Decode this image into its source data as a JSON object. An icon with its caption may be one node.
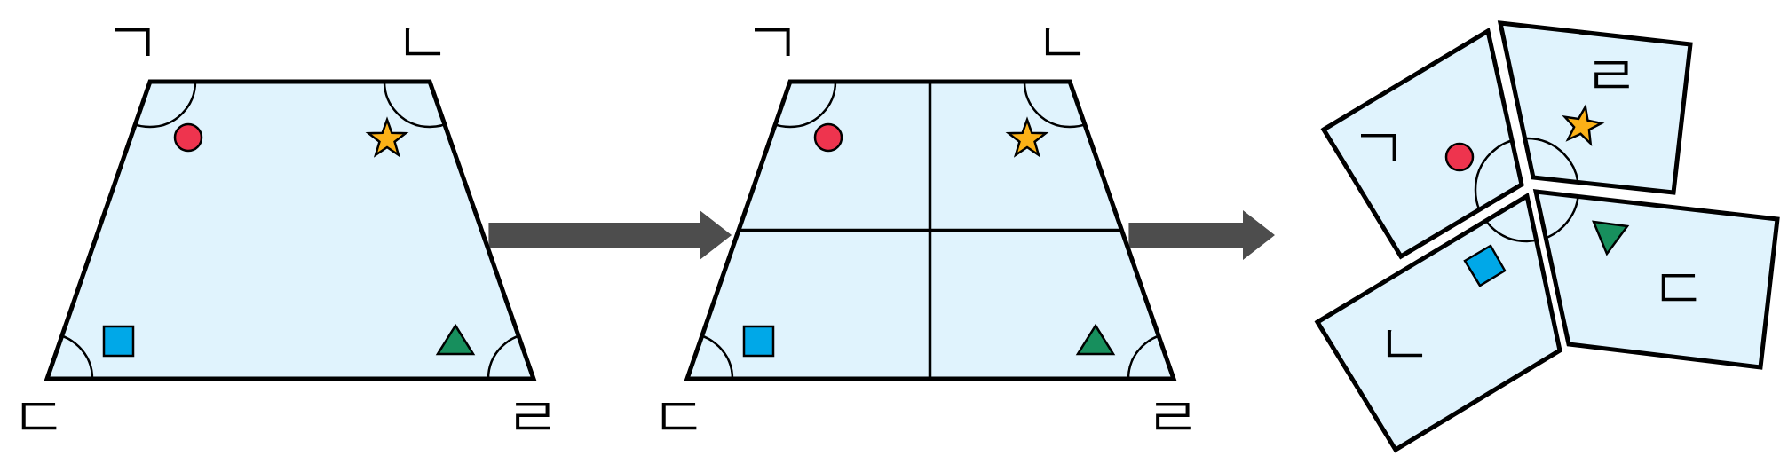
{
  "diagram": {
    "nodes": [
      {
        "text": [],
        "shape": "trapezoid",
        "beside": [
          "ㄱ",
          "ㄴ",
          "ㄷ",
          "ㄹ"
        ]
      },
      {
        "text": [],
        "shape": "trapezoid",
        "beside": [
          "ㄱ",
          "ㄴ",
          "ㄷ",
          "ㄹ"
        ]
      },
      {
        "text": [
          "ㄱ"
        ]
      },
      {
        "text": [
          "ㄹ"
        ]
      },
      {
        "text": [
          "ㄴ"
        ]
      },
      {
        "text": [
          "ㄷ"
        ]
      }
    ],
    "edges": [
      {
        "from": 0,
        "to": 1,
        "arrow": "to"
      },
      {
        "from": 1,
        "to": null,
        "arrow": "to"
      }
    ]
  }
}
